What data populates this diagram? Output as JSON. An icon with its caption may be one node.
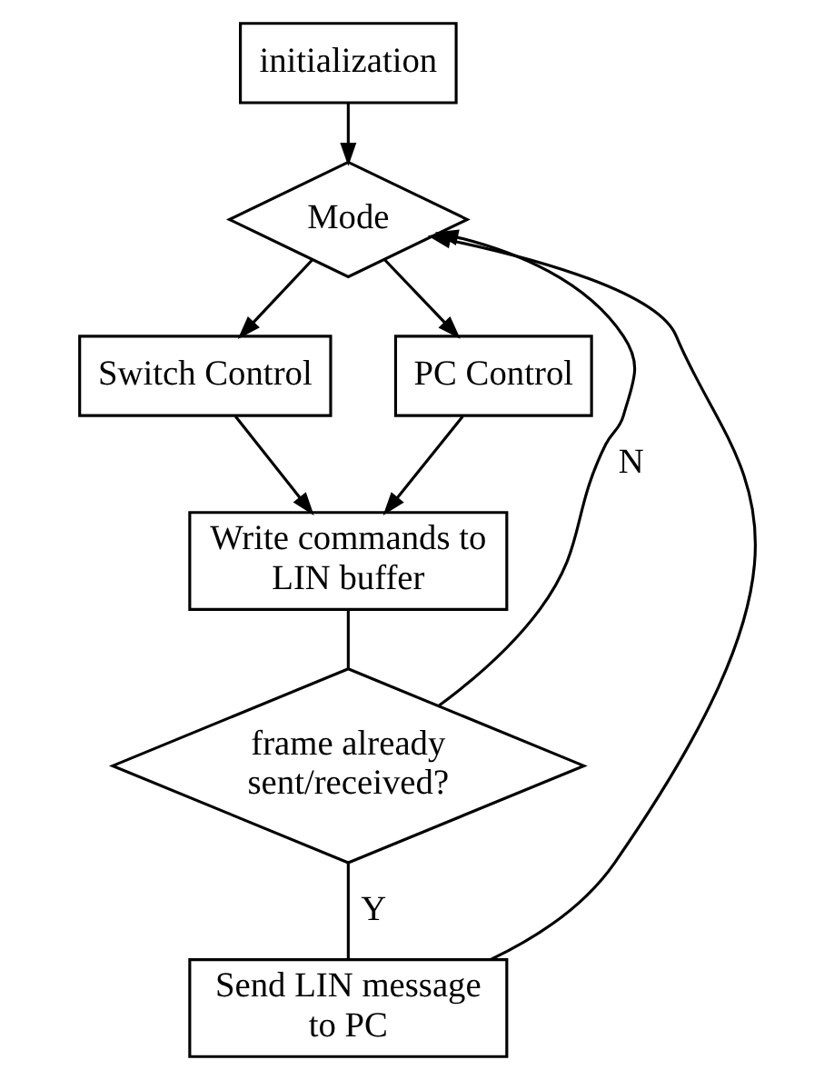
{
  "diagram": {
    "nodes": [
      {
        "text": [
          "initialization"
        ]
      },
      {
        "text": [
          "Mode"
        ]
      },
      {
        "text": [
          "Switch Control"
        ]
      },
      {
        "text": [
          "PC Control"
        ]
      },
      {
        "text": [
          "Write commands to LIN buffer"
        ]
      },
      {
        "text": [
          "frame already sent/received?"
        ]
      },
      {
        "text": [
          "Send LIN message to PC"
        ]
      }
    ],
    "edges": [
      {
        "from": 0,
        "to": 1,
        "arrow": "to"
      },
      {
        "from": 1,
        "to": 2,
        "arrow": "to"
      },
      {
        "from": 1,
        "to": 3,
        "arrow": "to"
      },
      {
        "from": 2,
        "to": 4,
        "arrow": "to"
      },
      {
        "from": 3,
        "to": 4,
        "arrow": "to"
      },
      {
        "from": 4,
        "to": 5,
        "arrow": "none"
      },
      {
        "from": 5,
        "to": 6,
        "label": "Y",
        "arrow": "none"
      },
      {
        "from": 5,
        "to": 1,
        "label": "N",
        "arrow": "to"
      },
      {
        "from": 6,
        "to": 1,
        "arrow": "to"
      }
    ]
  }
}
